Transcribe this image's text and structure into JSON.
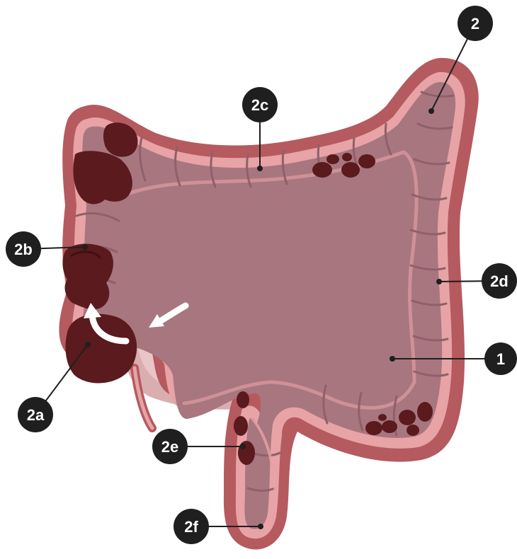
{
  "colors": {
    "outer_wall": "#b55a5f",
    "outer_wall_dark": "#9c474d",
    "colon_lining": "#e7a3a6",
    "colon_body": "#a8767f",
    "colon_haustra": "#8f6069",
    "small_intestine": "#e8c5c7",
    "small_intestine_light": "#f6e6e6",
    "small_intestine_shadow": "#d9aeb1",
    "stool": "#5a1a1e",
    "stool_dark": "#3f1013",
    "badge": "#1f1f1f",
    "leader_line": "#1f1f1f",
    "arrow": "#ffffff"
  },
  "labels": {
    "l1": "1",
    "l2": "2",
    "l2a": "2a",
    "l2b": "2b",
    "l2c": "2c",
    "l2d": "2d",
    "l2e": "2e",
    "l2f": "2f"
  },
  "arrows": [
    "white-curved-arrow",
    "white-straight-arrow"
  ]
}
